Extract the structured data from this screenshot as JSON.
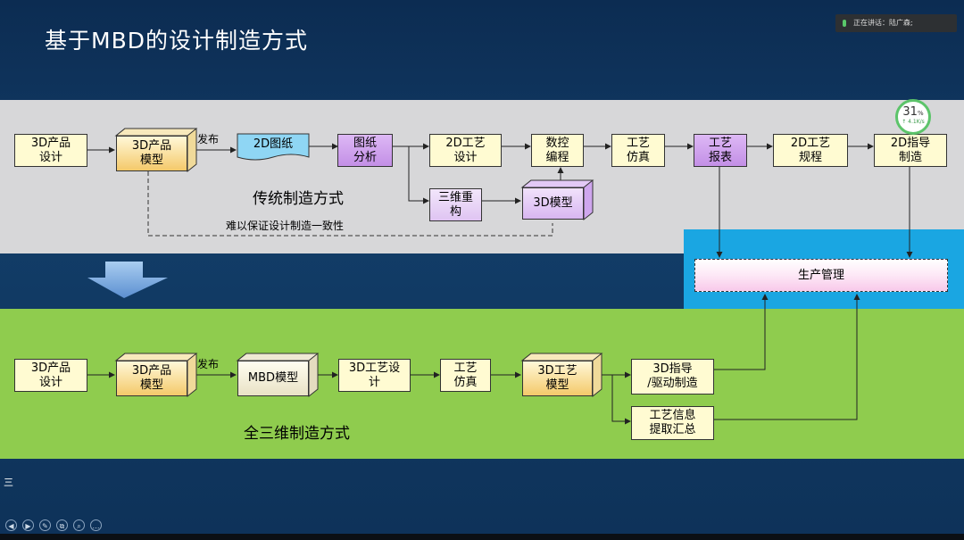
{
  "title": "基于MBD的设计制造方式",
  "speaker_bar": {
    "text": "正在讲话：陆广森;"
  },
  "gauge": {
    "percent": "31",
    "unit": "%",
    "speed": "↑ 4.1K/s"
  },
  "traditional": {
    "section_label": "传统制造方式",
    "note": "难以保证设计制造一致性",
    "publish_label": "发布",
    "nodes": {
      "design3d": "3D产品\n设计",
      "model3d": "3D产品\n模型",
      "drawing2d": "2D图纸",
      "analysis": "图纸\n分析",
      "process2d": "2D工艺\n设计",
      "nc": "数控\n编程",
      "sim": "工艺\n仿真",
      "report": "工艺\n报表",
      "spec2d": "2D工艺\n规程",
      "guide2d": "2D指导\n制造",
      "rebuild": "三维重\n构",
      "model3d_b": "3D模型"
    }
  },
  "full3d": {
    "section_label": "全三维制造方式",
    "publish_label": "发布",
    "nodes": {
      "design3d": "3D产品\n设计",
      "model3d": "3D产品\n模型",
      "mbd": "MBD模型",
      "process3d": "3D工艺设\n计",
      "sim": "工艺\n仿真",
      "procmodel": "3D工艺\n模型",
      "guide3d": "3D指导\n/驱动制造",
      "info": "工艺信息\n提取汇总"
    }
  },
  "production": "生产管理",
  "sidebar_glyph": "三",
  "controls": [
    "◀",
    "▶",
    "✎",
    "⧉",
    "⌕",
    "…"
  ],
  "colors": {
    "top_band": "#d7d7d9",
    "bottom_band": "#8fcc4e",
    "blue_panel": "#1aa6e2",
    "background": "#0c2c52"
  }
}
